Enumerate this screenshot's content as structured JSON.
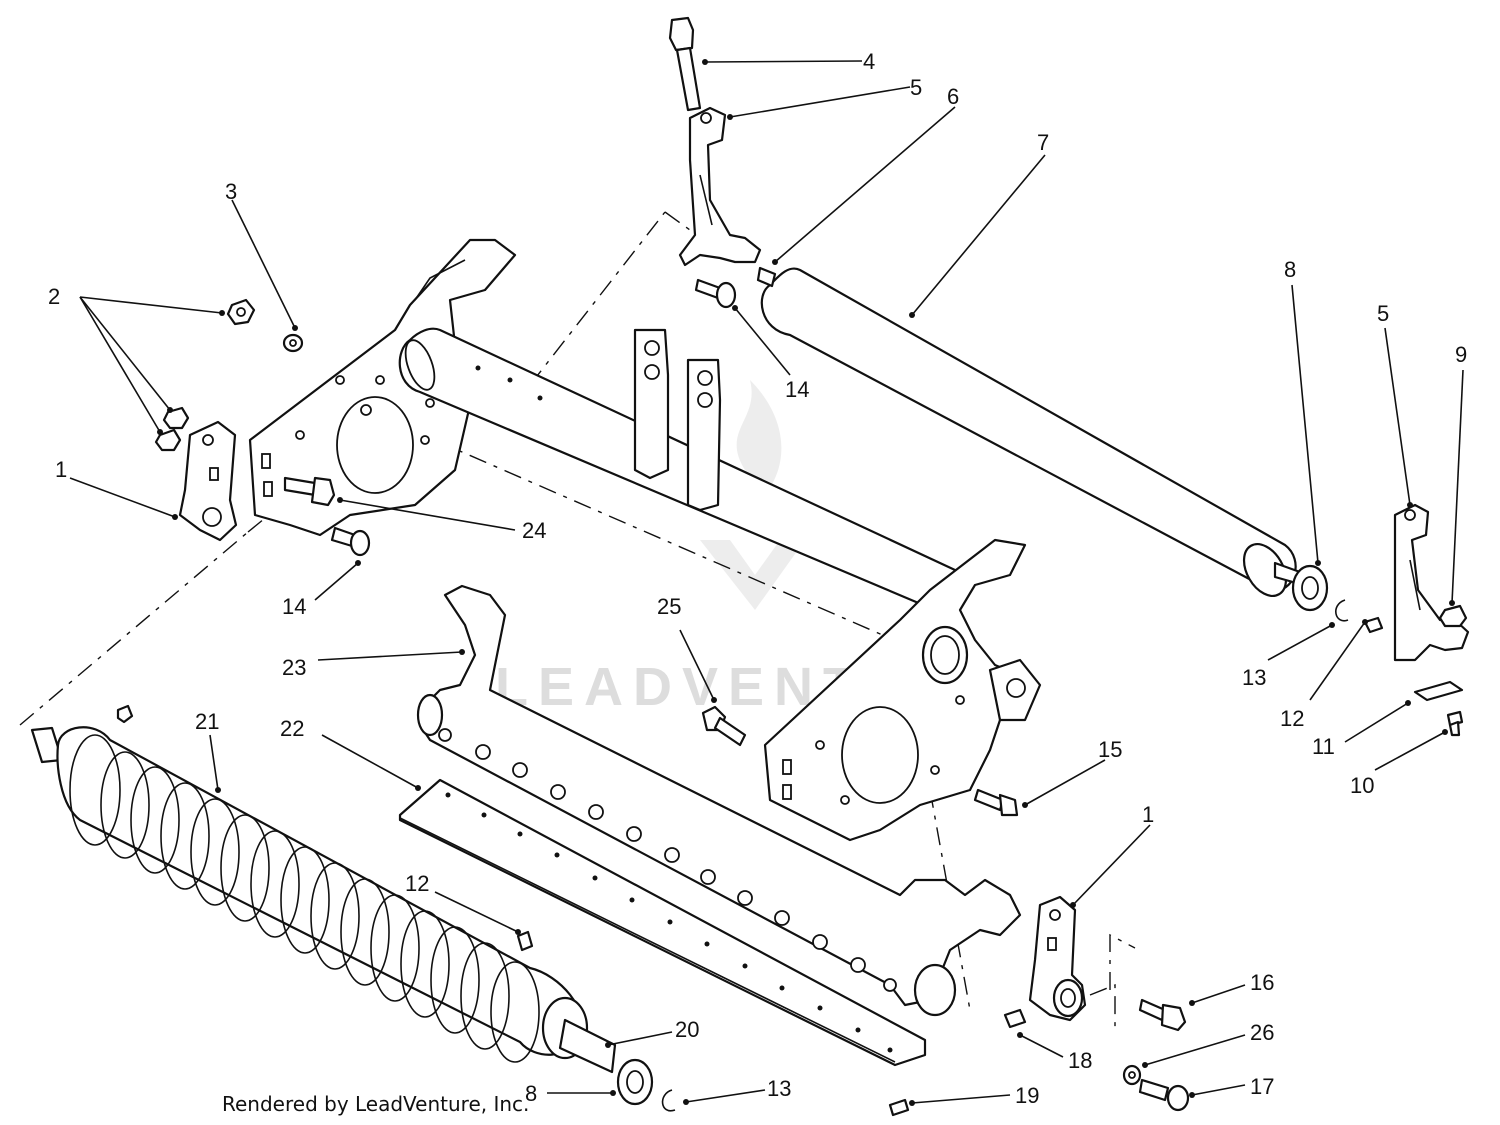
{
  "diagram": {
    "watermark": "LEADVENTURE",
    "footer": "Rendered by LeadVenture, Inc.",
    "callouts": [
      {
        "id": "c1a",
        "text": "1"
      },
      {
        "id": "c1b",
        "text": "1"
      },
      {
        "id": "c2",
        "text": "2"
      },
      {
        "id": "c3",
        "text": "3"
      },
      {
        "id": "c4",
        "text": "4"
      },
      {
        "id": "c5a",
        "text": "5"
      },
      {
        "id": "c5b",
        "text": "5"
      },
      {
        "id": "c6",
        "text": "6"
      },
      {
        "id": "c7",
        "text": "7"
      },
      {
        "id": "c8a",
        "text": "8"
      },
      {
        "id": "c8b",
        "text": "8"
      },
      {
        "id": "c9",
        "text": "9"
      },
      {
        "id": "c10",
        "text": "10"
      },
      {
        "id": "c11",
        "text": "11"
      },
      {
        "id": "c12a",
        "text": "12"
      },
      {
        "id": "c12b",
        "text": "12"
      },
      {
        "id": "c13a",
        "text": "13"
      },
      {
        "id": "c13b",
        "text": "13"
      },
      {
        "id": "c14a",
        "text": "14"
      },
      {
        "id": "c14b",
        "text": "14"
      },
      {
        "id": "c15",
        "text": "15"
      },
      {
        "id": "c16",
        "text": "16"
      },
      {
        "id": "c17",
        "text": "17"
      },
      {
        "id": "c18",
        "text": "18"
      },
      {
        "id": "c19",
        "text": "19"
      },
      {
        "id": "c20",
        "text": "20"
      },
      {
        "id": "c21",
        "text": "21"
      },
      {
        "id": "c22",
        "text": "22"
      },
      {
        "id": "c23",
        "text": "23"
      },
      {
        "id": "c24",
        "text": "24"
      },
      {
        "id": "c25",
        "text": "25"
      },
      {
        "id": "c26",
        "text": "26"
      }
    ]
  }
}
